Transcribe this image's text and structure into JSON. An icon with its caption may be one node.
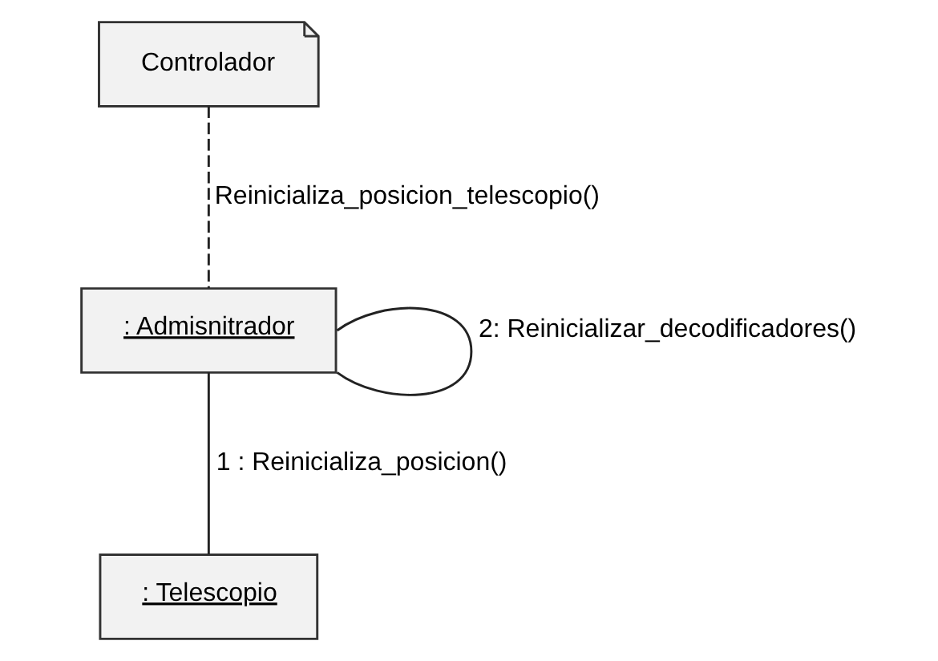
{
  "diagram": {
    "nodes": [
      {
        "text": [
          "Controlador"
        ]
      },
      {
        "text": [
          ": Admisnitrador"
        ]
      },
      {
        "text": [
          ": Telescopio"
        ]
      }
    ],
    "edges": [
      {
        "from": 0,
        "to": 1,
        "arrow": "none",
        "label": "Reinicializa_posicion_telescopio()",
        "style": "dashed"
      },
      {
        "from": 1,
        "to": 1,
        "arrow": "none",
        "label": "2: Reinicializar_decodificadores()"
      },
      {
        "from": 1,
        "to": 2,
        "arrow": "none",
        "label": "1 : Reinicializa_posicion()"
      }
    ]
  }
}
